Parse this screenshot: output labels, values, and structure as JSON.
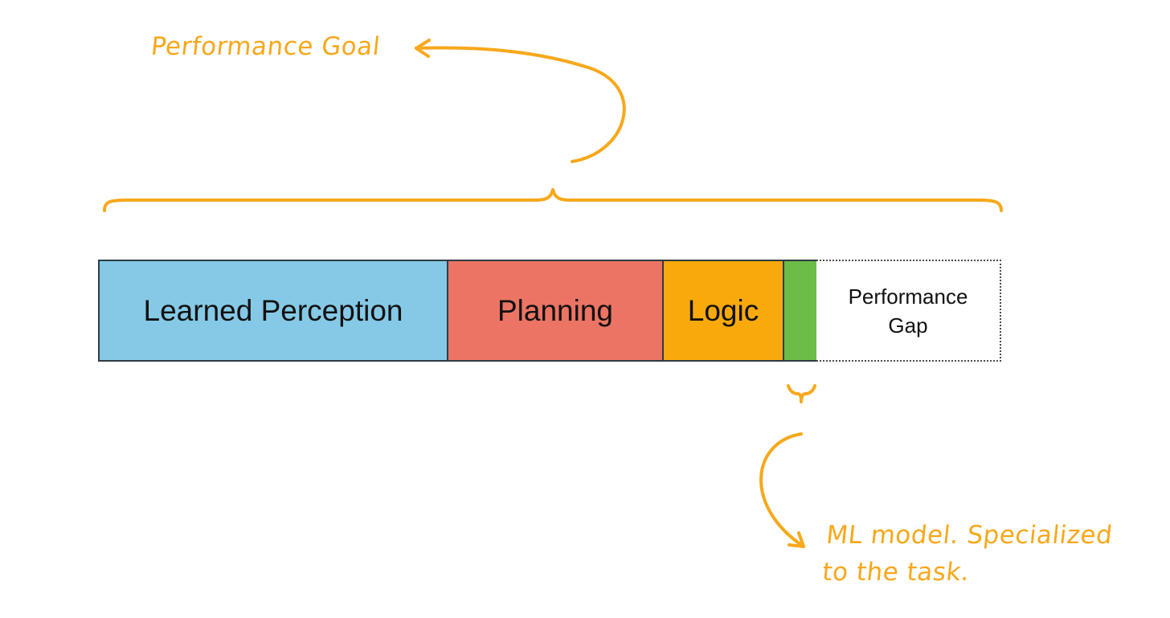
{
  "annotations": {
    "goal_label": "Performance Goal",
    "ml_label_line1": "ML model. Specialized",
    "ml_label_line2": "to the task."
  },
  "bar": {
    "segments": [
      {
        "label": "Learned Perception",
        "color": "#85c9e6"
      },
      {
        "label": "Planning",
        "color": "#ec7464"
      },
      {
        "label": "Logic",
        "color": "#f9a90c"
      },
      {
        "label": "",
        "color": "#6cbd47"
      },
      {
        "label_line1": "Performance",
        "label_line2": "Gap",
        "color": "#ffffff"
      }
    ]
  },
  "colors": {
    "annotation": "#f7a81b",
    "border": "#2f3b44"
  }
}
